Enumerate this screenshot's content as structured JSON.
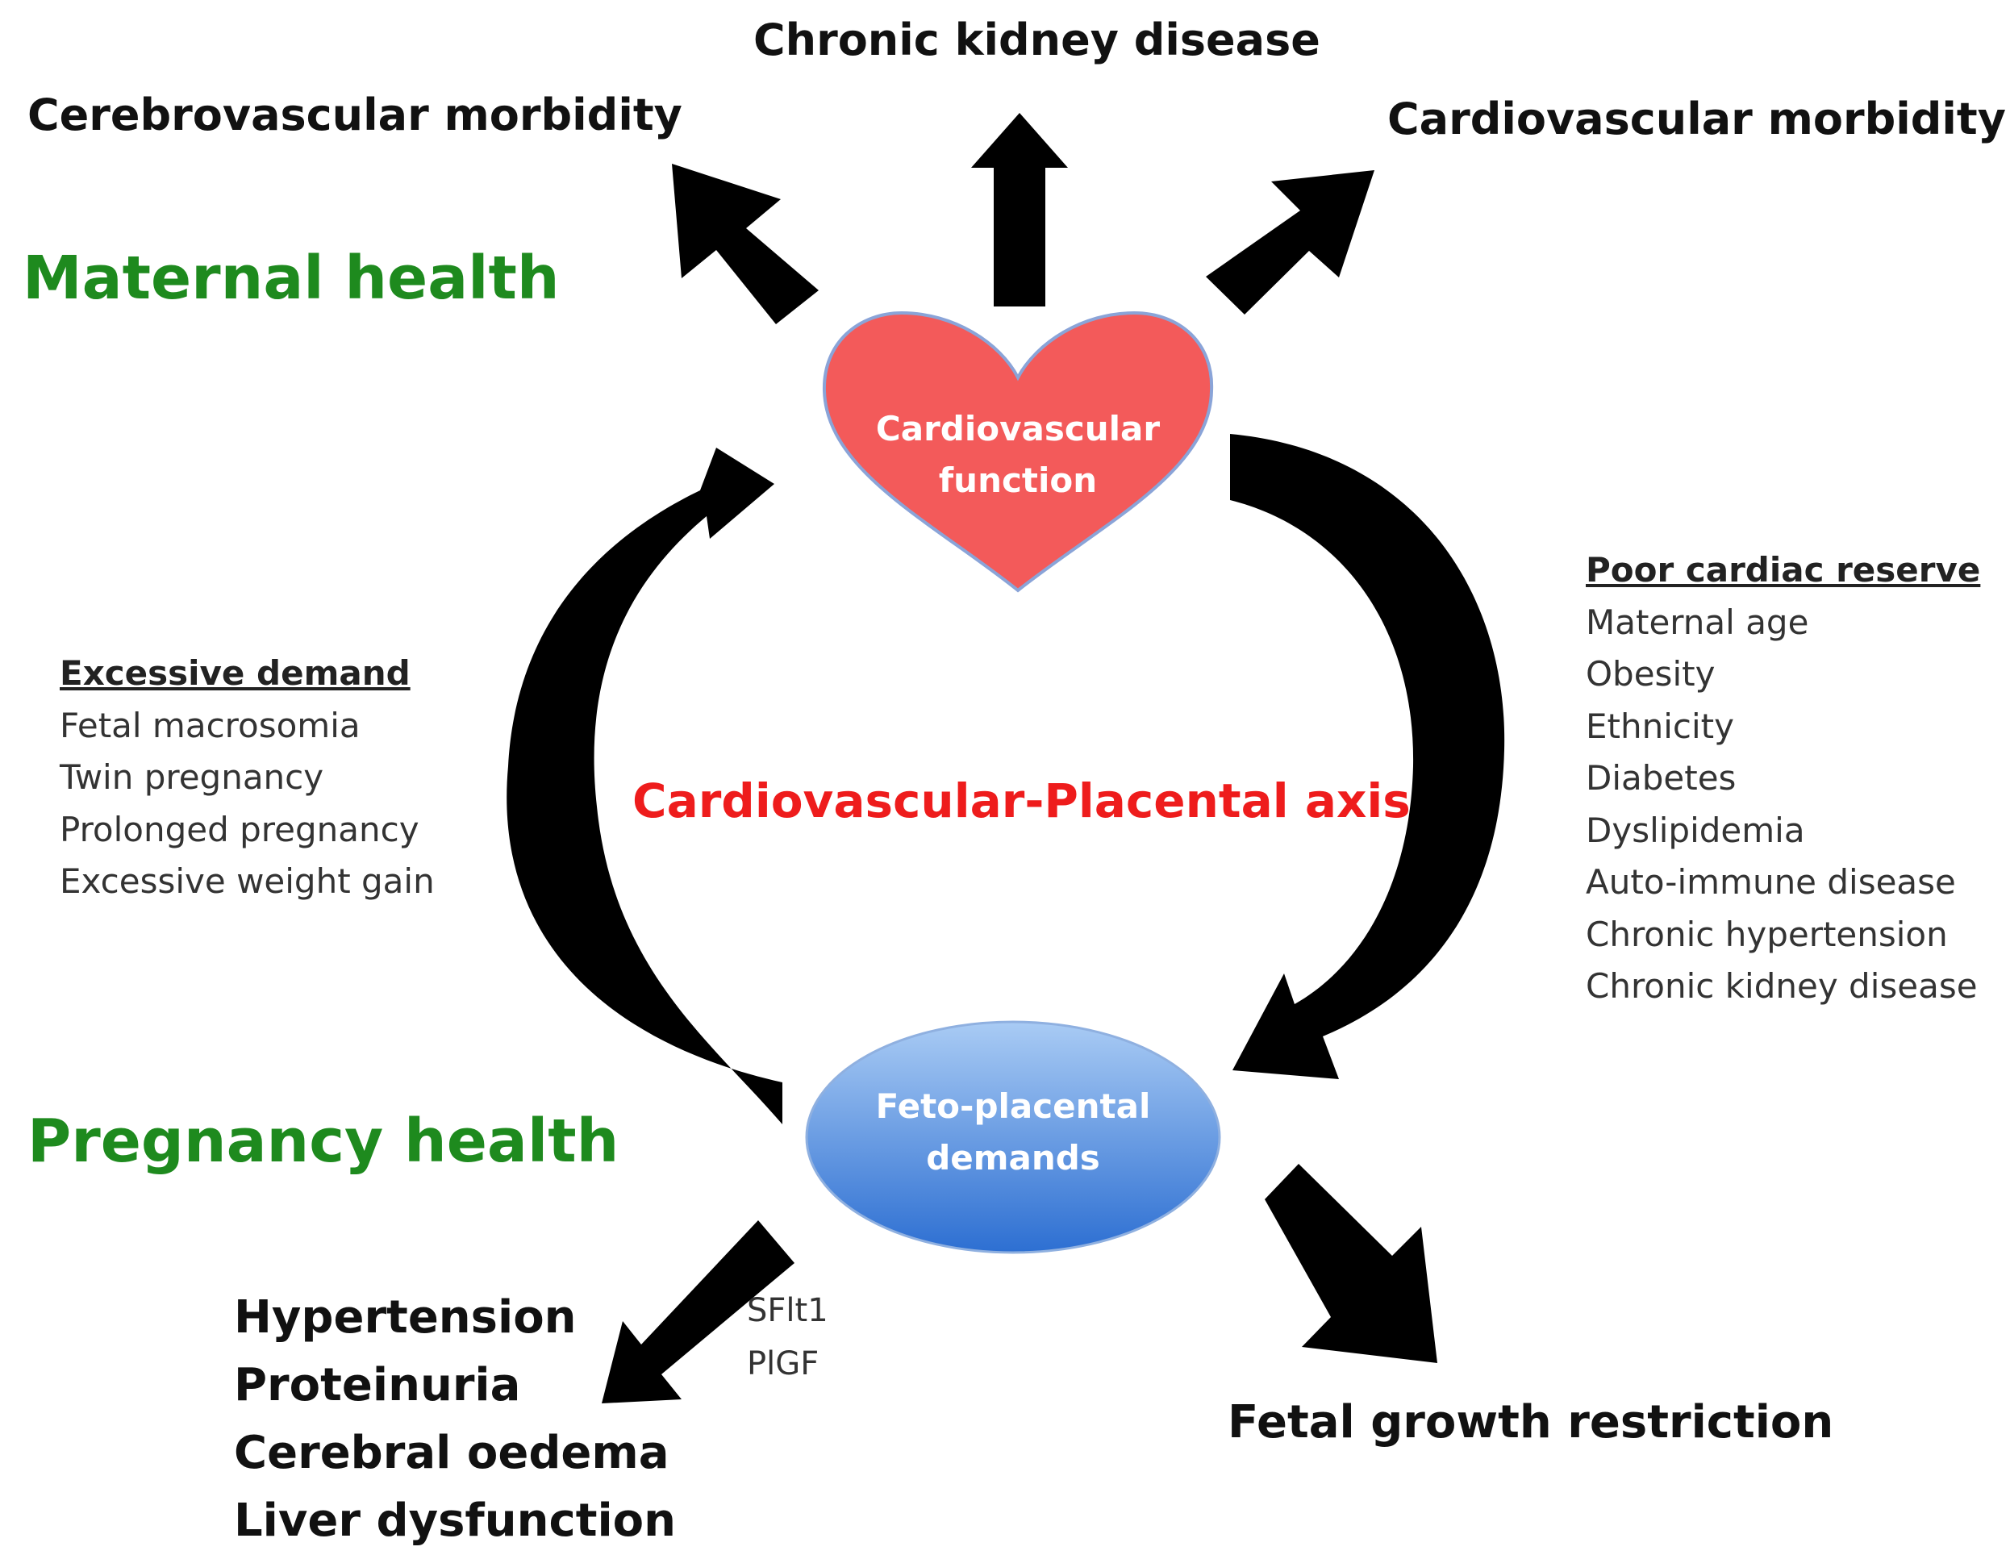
{
  "colors": {
    "maternal_green": "#1e8a1e",
    "axis_red": "#ee1c1c",
    "heart_fill": "#f35a5a",
    "ellipse_top": "#a9cbf4",
    "ellipse_bottom": "#2d6fd2",
    "arrow": "#000000"
  },
  "outcomes_top": {
    "left": "Cerebrovascular morbidity",
    "center": "Chronic kidney disease",
    "right": "Cardiovascular morbidity"
  },
  "labels": {
    "maternal_health": "Maternal health",
    "pregnancy_health": "Pregnancy health",
    "axis": "Cardiovascular-Placental axis"
  },
  "nodes": {
    "heart": {
      "line1": "Cardiovascular",
      "line2": "function",
      "icon": "heart-shape"
    },
    "placenta": {
      "line1": "Feto-placental",
      "line2": "demands",
      "icon": "ellipse-shape"
    }
  },
  "excessive_demand": {
    "heading": "Excessive demand",
    "items": [
      "Fetal macrosomia",
      "Twin pregnancy",
      "Prolonged pregnancy",
      "Excessive weight gain"
    ]
  },
  "poor_cardiac_reserve": {
    "heading": "Poor cardiac reserve",
    "items": [
      "Maternal age",
      "Obesity",
      "Ethnicity",
      "Diabetes",
      "Dyslipidemia",
      "Auto-immune disease",
      "Chronic hypertension",
      "Chronic kidney disease"
    ]
  },
  "pregnancy_outcomes": {
    "items": [
      "Hypertension",
      "Proteinuria",
      "Cerebral oedema",
      "Liver dysfunction"
    ]
  },
  "markers": {
    "items": [
      "SFlt1",
      "PlGF"
    ]
  },
  "fetal_outcome": "Fetal growth restriction"
}
